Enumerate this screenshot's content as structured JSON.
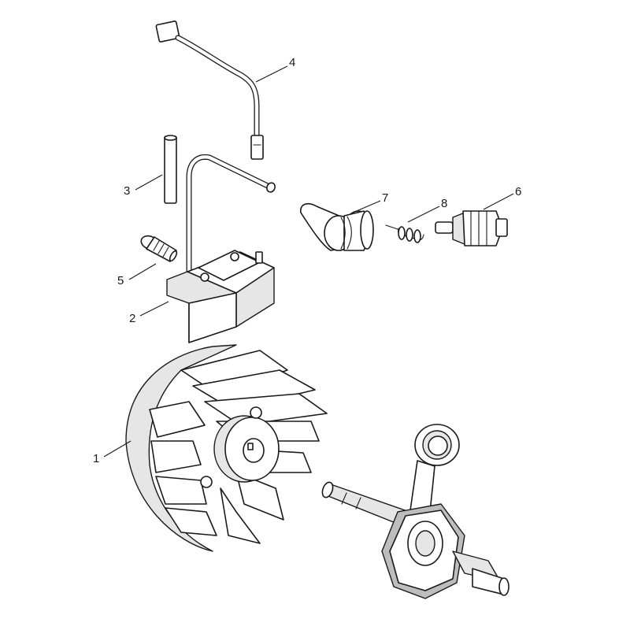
{
  "diagram": {
    "callouts": [
      {
        "part": "flywheel",
        "number": "1"
      },
      {
        "part": "ignition-coil",
        "number": "2"
      },
      {
        "part": "pin",
        "number": "3"
      },
      {
        "part": "wire-lead",
        "number": "4"
      },
      {
        "part": "bolt",
        "number": "5"
      },
      {
        "part": "spark-plug",
        "number": "6"
      },
      {
        "part": "plug-cap",
        "number": "7"
      },
      {
        "part": "spring",
        "number": "8"
      }
    ]
  }
}
